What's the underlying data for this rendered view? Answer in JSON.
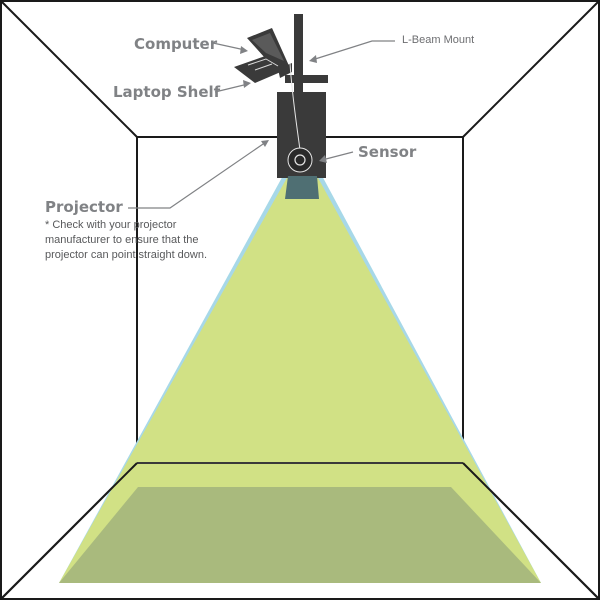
{
  "labels": {
    "computer": "Computer",
    "laptop_shelf": "Laptop Shelf",
    "l_beam_mount": "L-Beam Mount",
    "sensor": "Sensor",
    "projector": "Projector"
  },
  "projector_note": [
    "* Check with your projector",
    "manufacturer to ensure that the",
    "projector can point straight down."
  ],
  "colors": {
    "wall_lines": "#1a1a1a",
    "hardware": "#3a3a3a",
    "label_text": "#808285",
    "beam_outer": "#a7d8e8",
    "beam_inner": "#d1e185",
    "floor_spot": "#a9ba7d",
    "lens": "#4f6f73"
  }
}
